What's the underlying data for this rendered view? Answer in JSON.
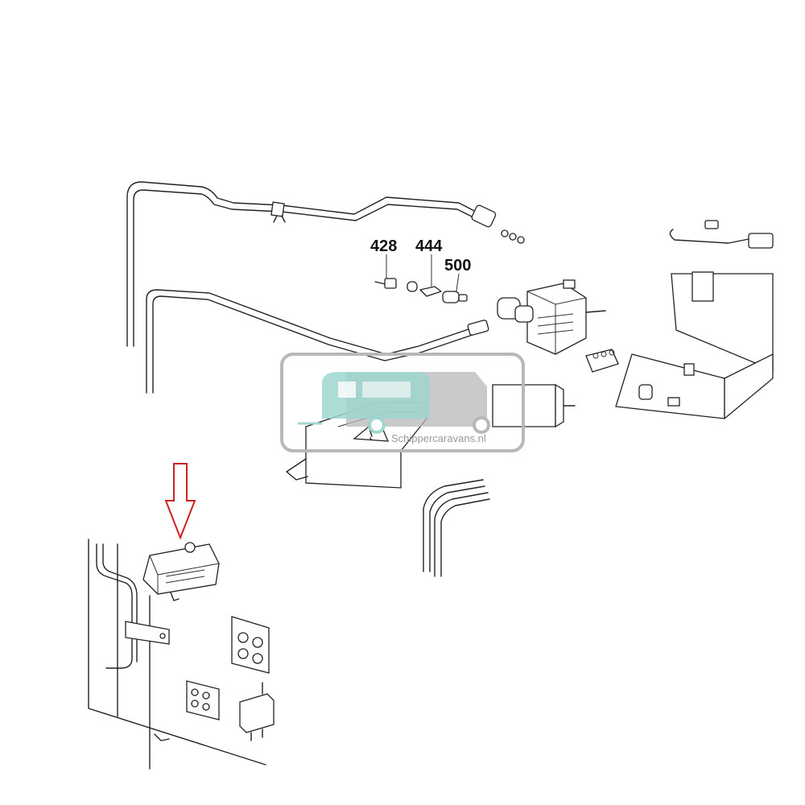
{
  "diagram": {
    "part_labels": [
      "428",
      "444",
      "500"
    ],
    "watermark_text": "Schippercaravans.nl",
    "colors": {
      "arrow": "#cc2222",
      "watermark_teal": "#9fd6cf",
      "watermark_grey": "#b8b8b8",
      "line": "#222222"
    }
  }
}
